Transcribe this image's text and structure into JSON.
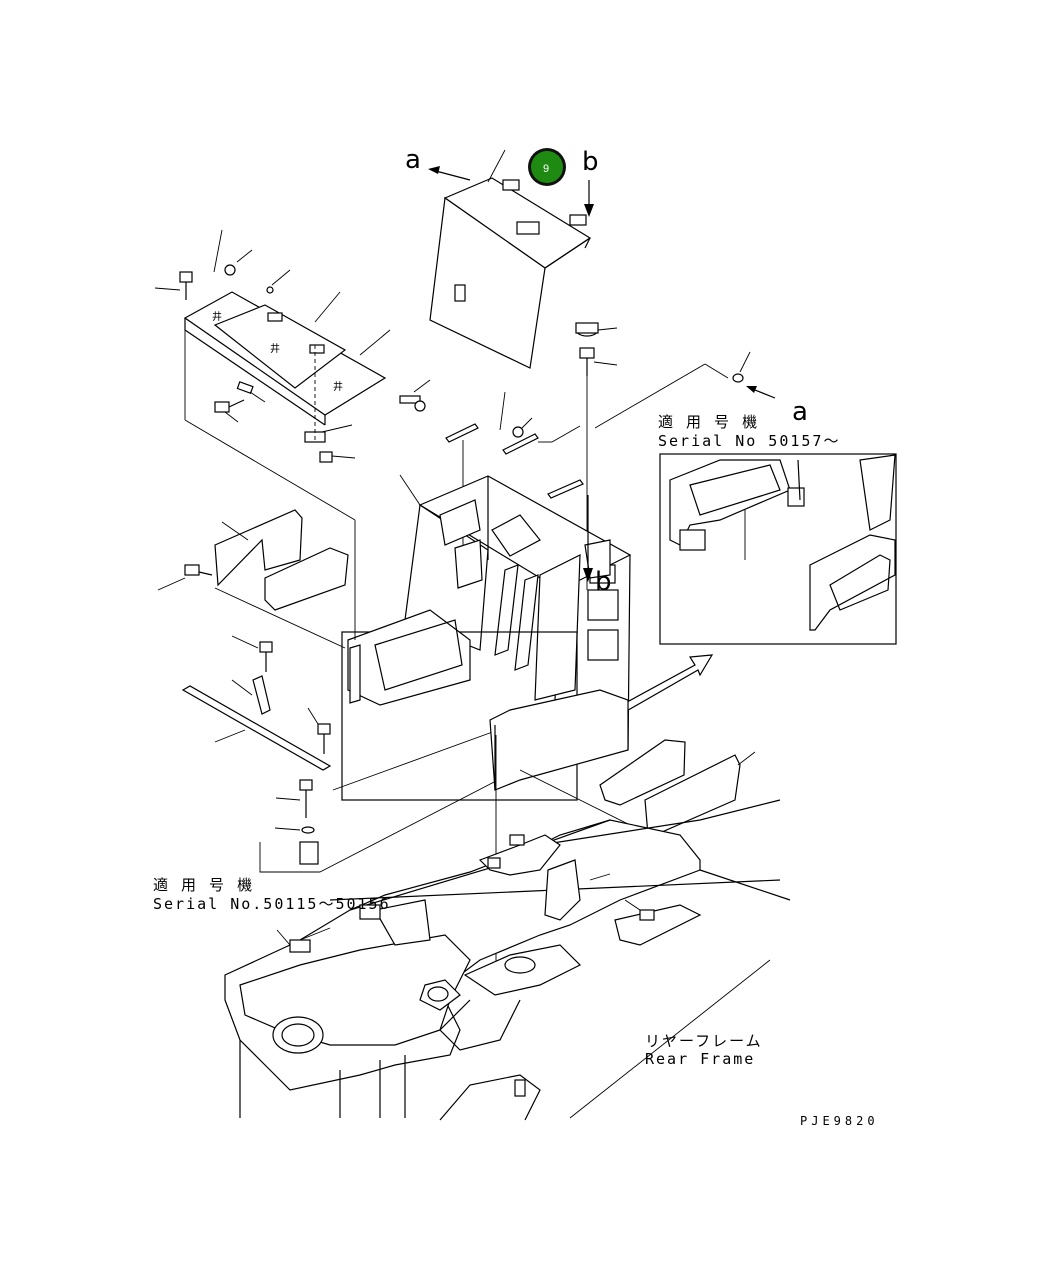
{
  "badge": {
    "number": "9",
    "color": "#1f8a12"
  },
  "view_labels": {
    "a_top": "a",
    "b_top": "b",
    "a_right": "a",
    "b_center": "b"
  },
  "inset_top": {
    "applicable_jp": "適 用 号 機",
    "serial": "Serial No 50157～"
  },
  "inset_bottom": {
    "applicable_jp": "適 用 号 機",
    "serial": "Serial No.50115～50156"
  },
  "rear_frame": {
    "jp": "リヤーフレーム",
    "en": "Rear Frame"
  },
  "drawing_code": "PJE9820"
}
